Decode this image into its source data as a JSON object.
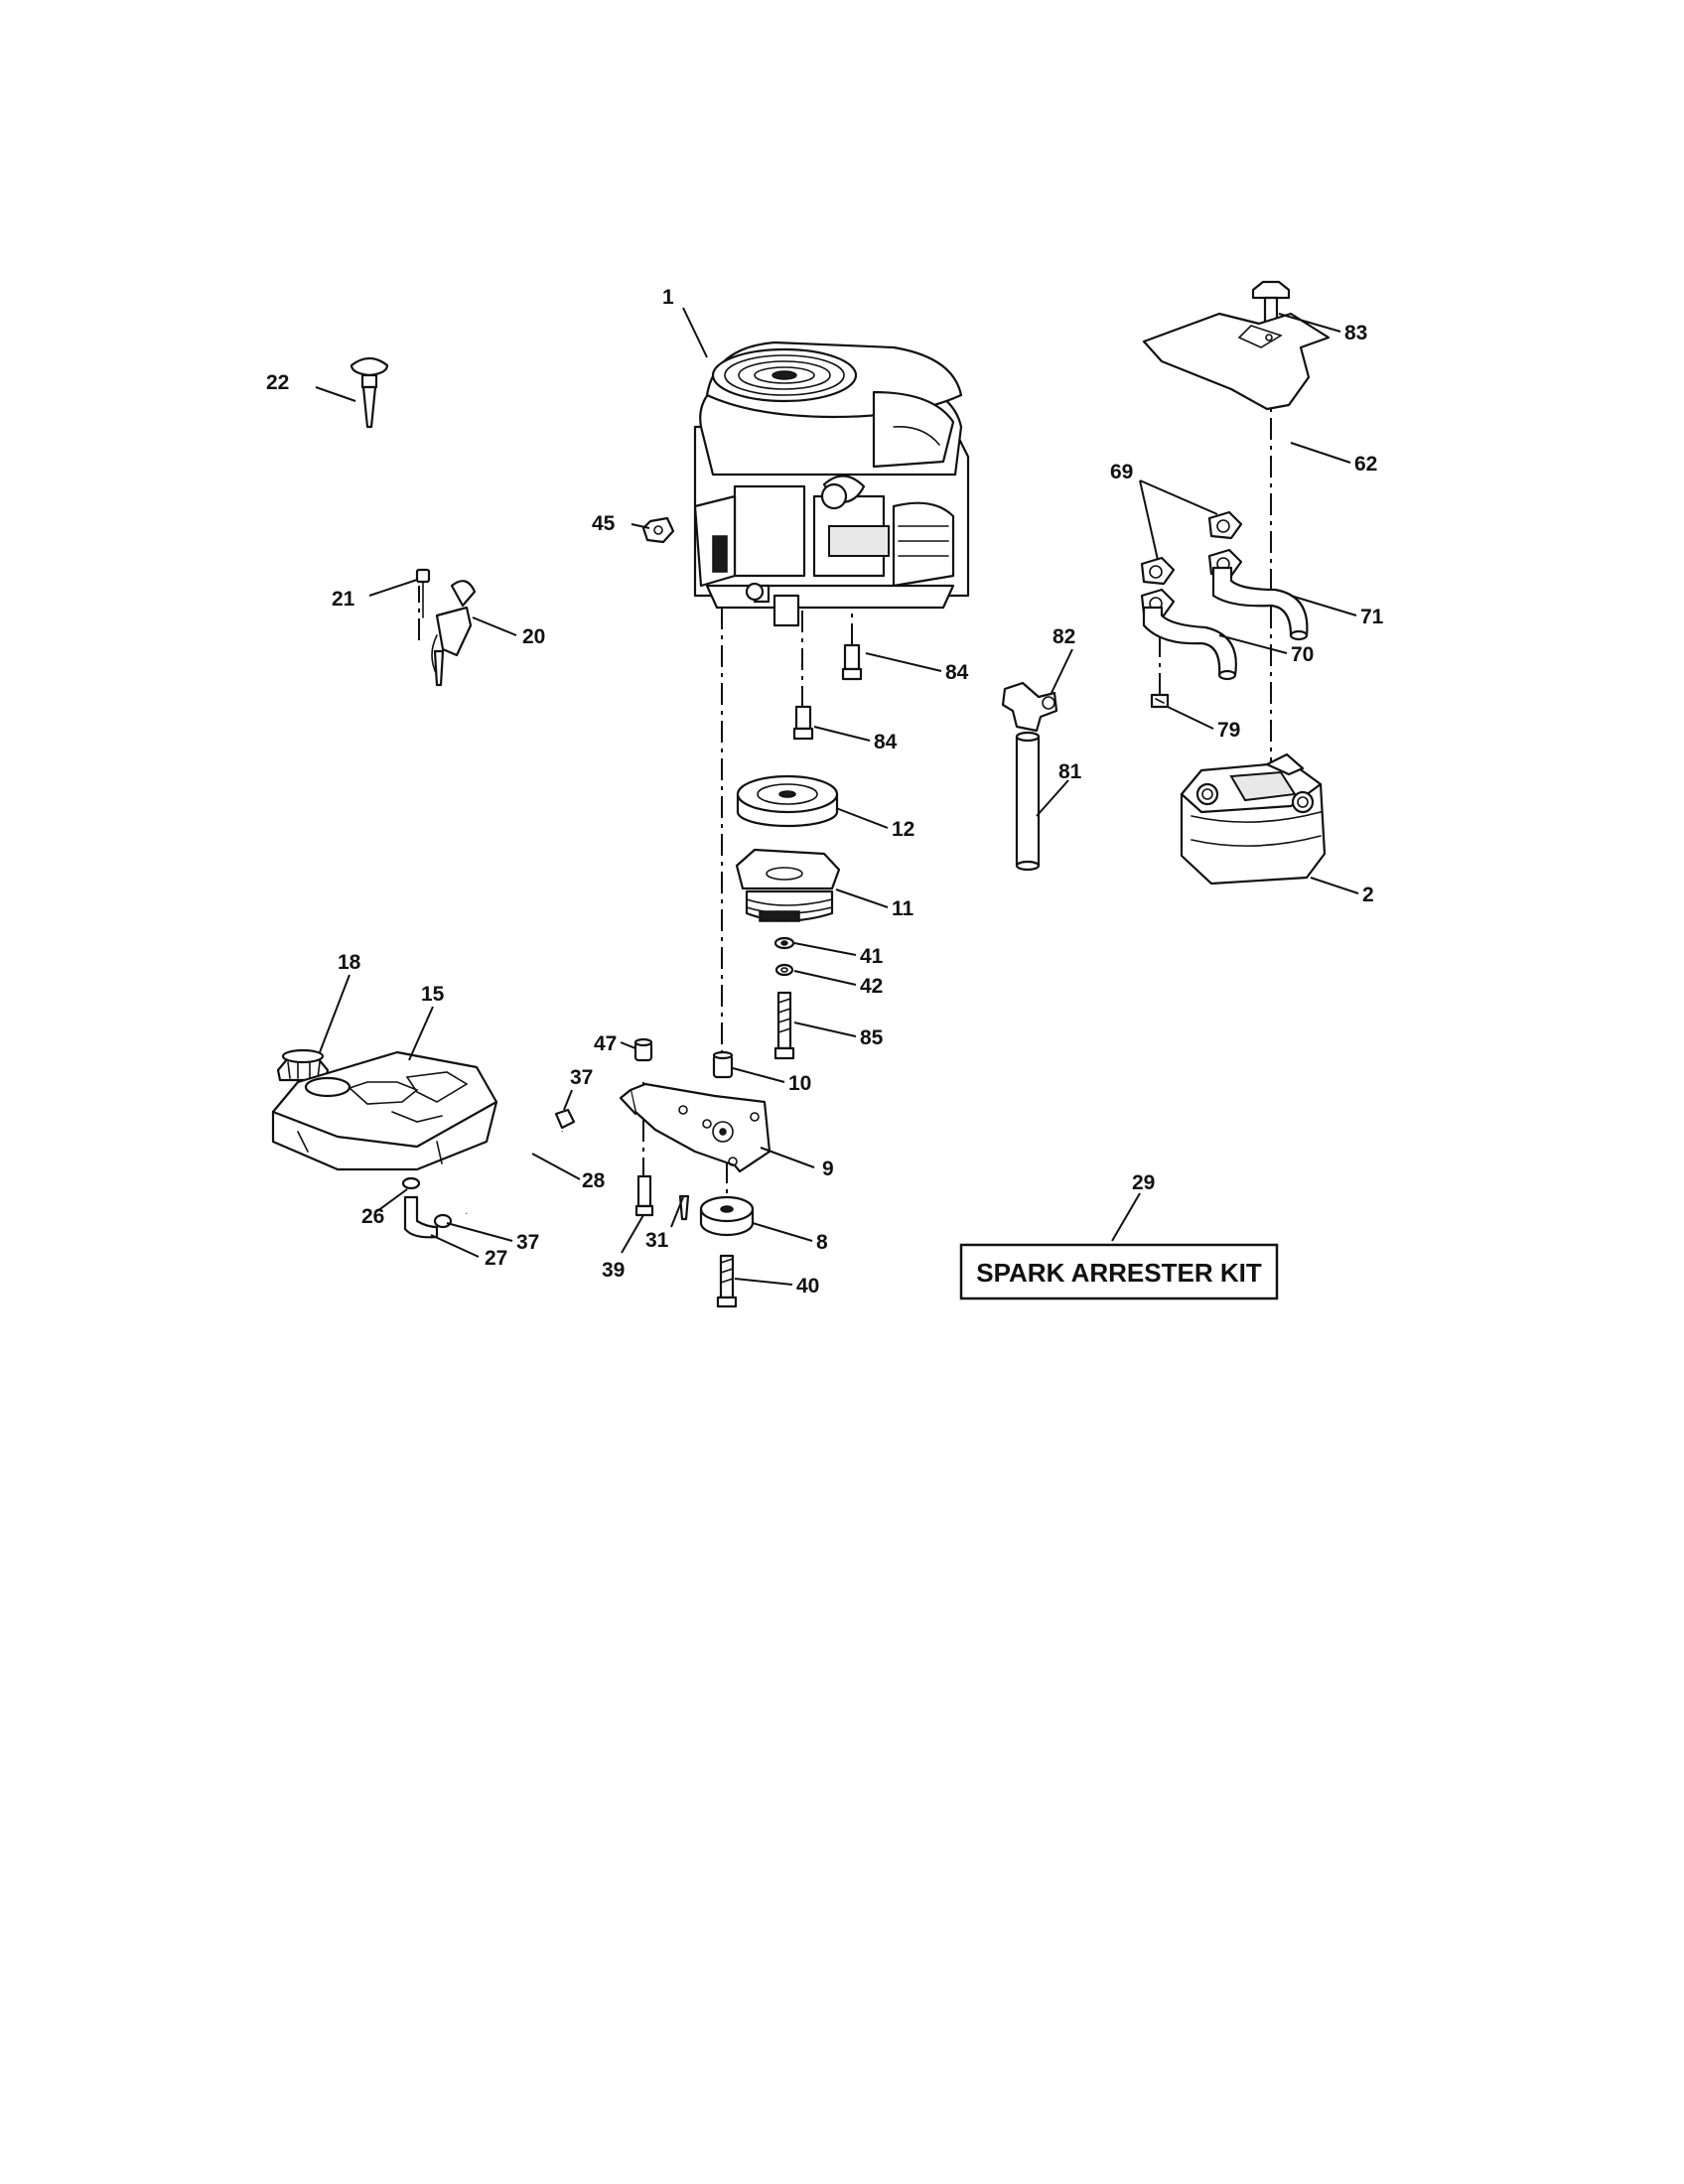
{
  "callouts": {
    "c1": "1",
    "c2": "2",
    "c8": "8",
    "c9": "9",
    "c10": "10",
    "c11": "11",
    "c12": "12",
    "c15": "15",
    "c18": "18",
    "c20": "20",
    "c21": "21",
    "c22": "22",
    "c26": "26",
    "c27": "27",
    "c28": "28",
    "c29": "29",
    "c31": "31",
    "c37a": "37",
    "c37b": "37",
    "c39": "39",
    "c40": "40",
    "c41": "41",
    "c42": "42",
    "c45": "45",
    "c47": "47",
    "c62": "62",
    "c69": "69",
    "c70": "70",
    "c71": "71",
    "c79": "79",
    "c81": "81",
    "c82": "82",
    "c83": "83",
    "c84a": "84",
    "c84b": "84",
    "c85": "85"
  },
  "kit_label": "SPARK ARRESTER KIT",
  "icons": {
    "engine": "engine-icon",
    "muffler": "muffler-icon",
    "fuel_tank": "fuel-tank-icon",
    "pulley": "pulley-icon",
    "clutch": "clutch-icon"
  }
}
